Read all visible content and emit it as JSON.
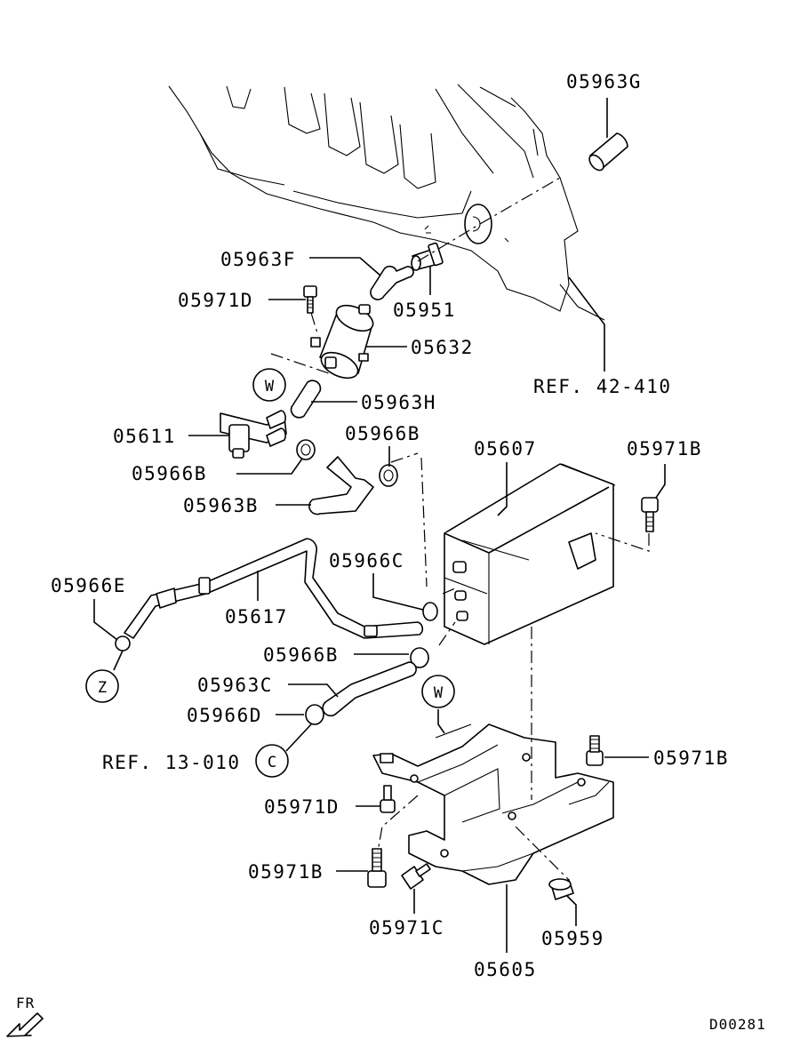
{
  "labels": {
    "p05963G": "05963G",
    "p05963F": "05963F",
    "p05951": "05951",
    "p05971D_top": "05971D",
    "p05632": "05632",
    "p05963H": "05963H",
    "ref42": "REF. 42-410",
    "p05611": "05611",
    "p05966B_a": "05966B",
    "p05966B_b": "05966B",
    "p05963B": "05963B",
    "p05607": "05607",
    "p05971B_top": "05971B",
    "p05966E": "05966E",
    "p05966C": "05966C",
    "p05617": "05617",
    "p05966B_c": "05966B",
    "p05963C": "05963C",
    "p05966D": "05966D",
    "ref13": "REF. 13-010",
    "p05971B_mid": "05971B",
    "p05971D_bot": "05971D",
    "p05971B_bot": "05971B",
    "p05971C": "05971C",
    "p05959": "05959",
    "p05605": "05605",
    "fr": "FR",
    "drawing_id": "D00281"
  },
  "markers": {
    "w1": "W",
    "w2": "W",
    "z": "Z",
    "c": "C"
  }
}
